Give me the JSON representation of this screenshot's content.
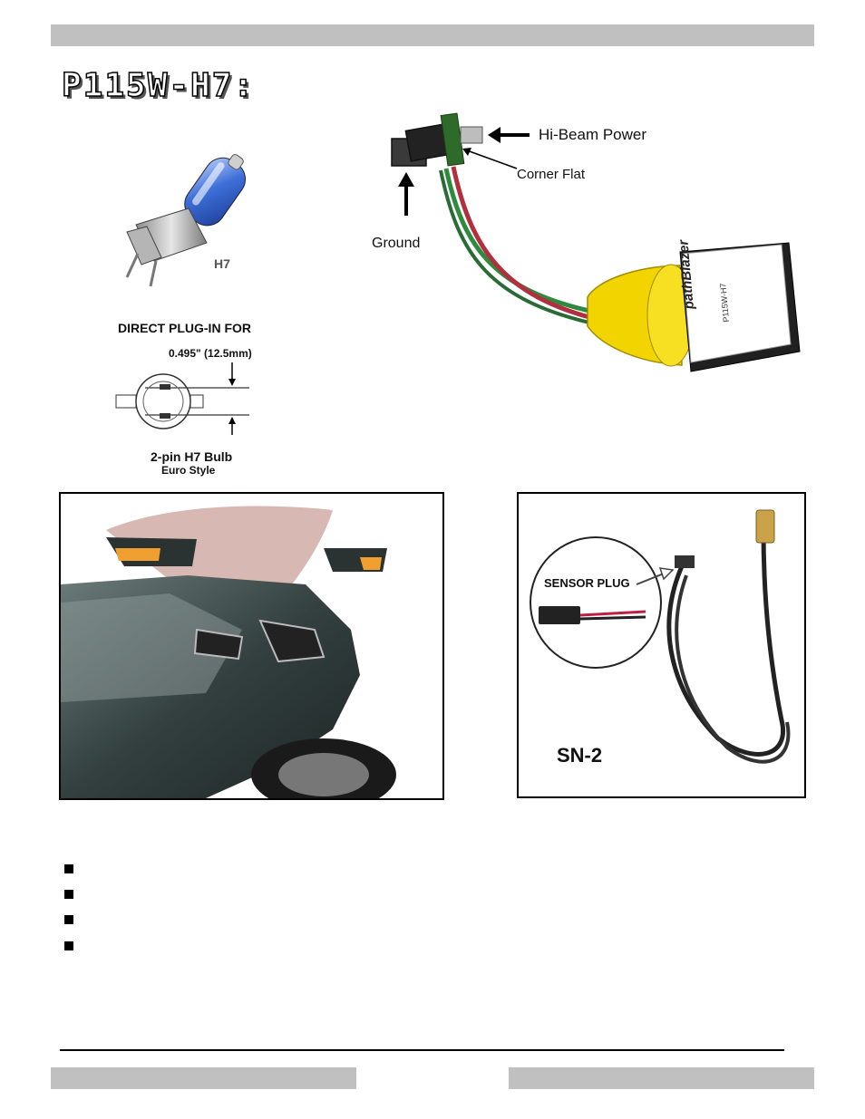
{
  "page": {
    "title": "P115W-H7:"
  },
  "bulb_figure": {
    "bulb_label": "H7",
    "heading": "DIRECT PLUG-IN FOR",
    "dimension": "0.495\" (12.5mm)",
    "caption_main": "2-pin H7 Bulb",
    "caption_sub": "Euro Style"
  },
  "modulator_figure": {
    "callout_power": "Hi-Beam Power",
    "callout_flat": "Corner Flat",
    "callout_ground": "Ground",
    "module_brand": "pathBlazer",
    "module_model": "P115W-H7"
  },
  "sensor_figure": {
    "plug_label": "SENSOR PLUG",
    "part_name": "SN-2"
  },
  "colors": {
    "bar_gray": "#c0c0c0",
    "module_yellow": "#f2d400",
    "bulb_blue": "#3e6fd8"
  }
}
